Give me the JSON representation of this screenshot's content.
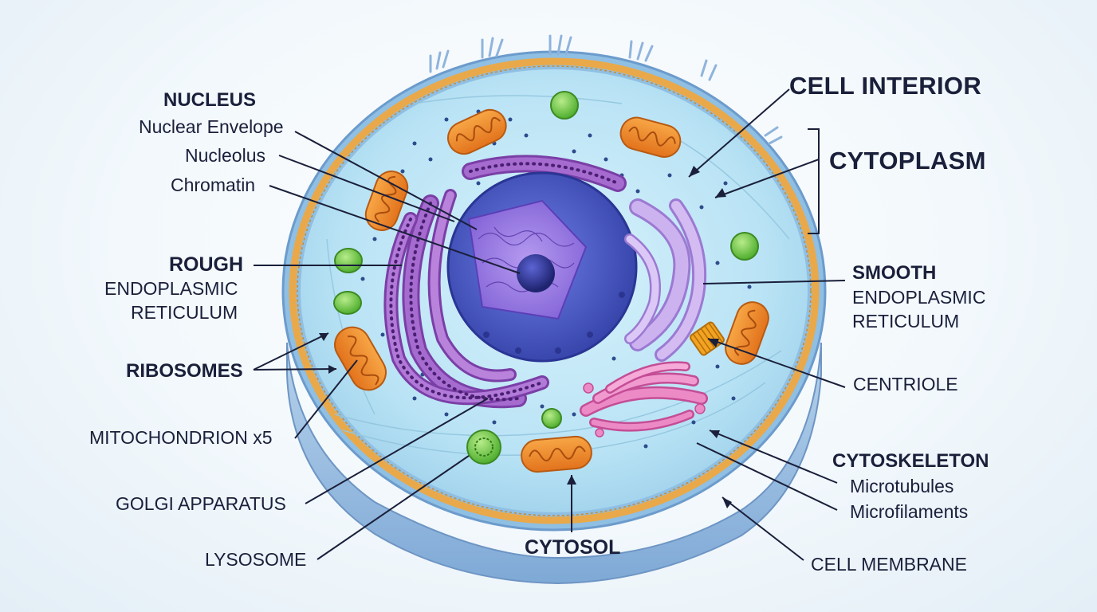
{
  "labels": {
    "nucleus": "NUCLEUS",
    "nuclear_envelope": "Nuclear Envelope",
    "nucleolus": "Nucleolus",
    "chromatin": "Chromatin",
    "rough_er_1": "ROUGH",
    "rough_er_2": "ENDOPLASMIC",
    "rough_er_3": "RETICULUM",
    "ribosomes": "RIBOSOMES",
    "mitochondrion": "MITOCHONDRION x5",
    "golgi": "GOLGI APPARATUS",
    "lysosome": "LYSOSOME",
    "cytosol": "CYTOSOL",
    "cell_interior": "CELL INTERIOR",
    "cytoplasm": "CYTOPLASM",
    "smooth_er_1": "SMOOTH",
    "smooth_er_2": "ENDOPLASMIC",
    "smooth_er_3": "RETICULUM",
    "centriole": "CENTRIOLE",
    "cytoskeleton": "CYTOSKELETON",
    "microtubules": "Microtubules",
    "microfilaments": "Microfilaments",
    "cell_membrane": "CELL MEMBRANE"
  },
  "colors": {
    "cytoplasm": "#bfe6f7",
    "membrane": "#e9a94a",
    "nucleus": "#4a5bc9",
    "nucleoplasm": "#8a6fe0",
    "nucleolus": "#2c2f8a",
    "rough_er": "#9a5fc0",
    "smooth_er": "#c7a6ec",
    "golgi": "#e07ac0",
    "mitochondria": "#f08a2c",
    "lysosome": "#6cc24a",
    "centriole": "#f2a321",
    "leader": "#1a1f3a"
  }
}
